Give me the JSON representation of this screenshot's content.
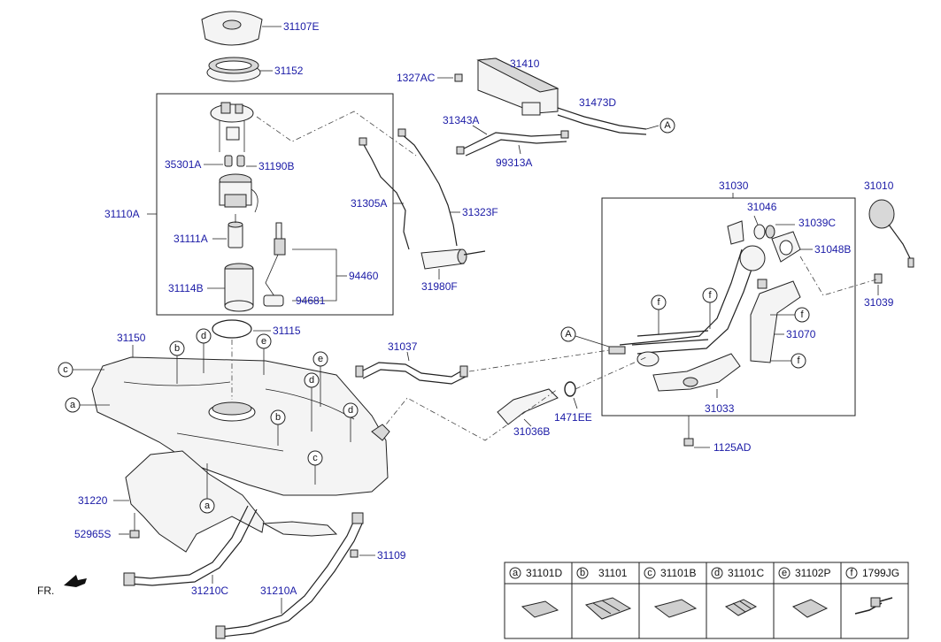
{
  "colors": {
    "label": "#1a1aa6",
    "line": "#222222",
    "part_fill": "#f4f4f4"
  },
  "labels": {
    "p31107E": "31107E",
    "p31152": "31152",
    "p31110A": "31110A",
    "p35301A": "35301A",
    "p31190B": "31190B",
    "p31111A": "31111A",
    "p31114B": "31114B",
    "p94460": "94460",
    "p94681": "94681",
    "p31305A": "31305A",
    "p31323F": "31323F",
    "p31980F": "31980F",
    "p1327AC": "1327AC",
    "p31410": "31410",
    "p31473D": "31473D",
    "p31343A": "31343A",
    "p99313A": "99313A",
    "p31030": "31030",
    "p31010": "31010",
    "p31046": "31046",
    "p31039C": "31039C",
    "p31048B": "31048B",
    "p31039": "31039",
    "p31070": "31070",
    "p31033": "31033",
    "p1471EE": "1471EE",
    "p31036B": "31036B",
    "p1125AD": "1125AD",
    "p31037": "31037",
    "p31150": "31150",
    "p31115": "31115",
    "p31220": "31220",
    "p52965S": "52965S",
    "p31109": "31109",
    "p31210C": "31210C",
    "p31210A": "31210A",
    "fr": "FR."
  },
  "callouts": {
    "A": "A",
    "a": "a",
    "b": "b",
    "c": "c",
    "d": "d",
    "e": "e",
    "f": "f"
  },
  "legend": [
    {
      "letter": "a",
      "part": "31101D"
    },
    {
      "letter": "b",
      "part": "31101"
    },
    {
      "letter": "c",
      "part": "31101B"
    },
    {
      "letter": "d",
      "part": "31101C"
    },
    {
      "letter": "e",
      "part": "31102P"
    },
    {
      "letter": "f",
      "part": "1799JG"
    }
  ]
}
